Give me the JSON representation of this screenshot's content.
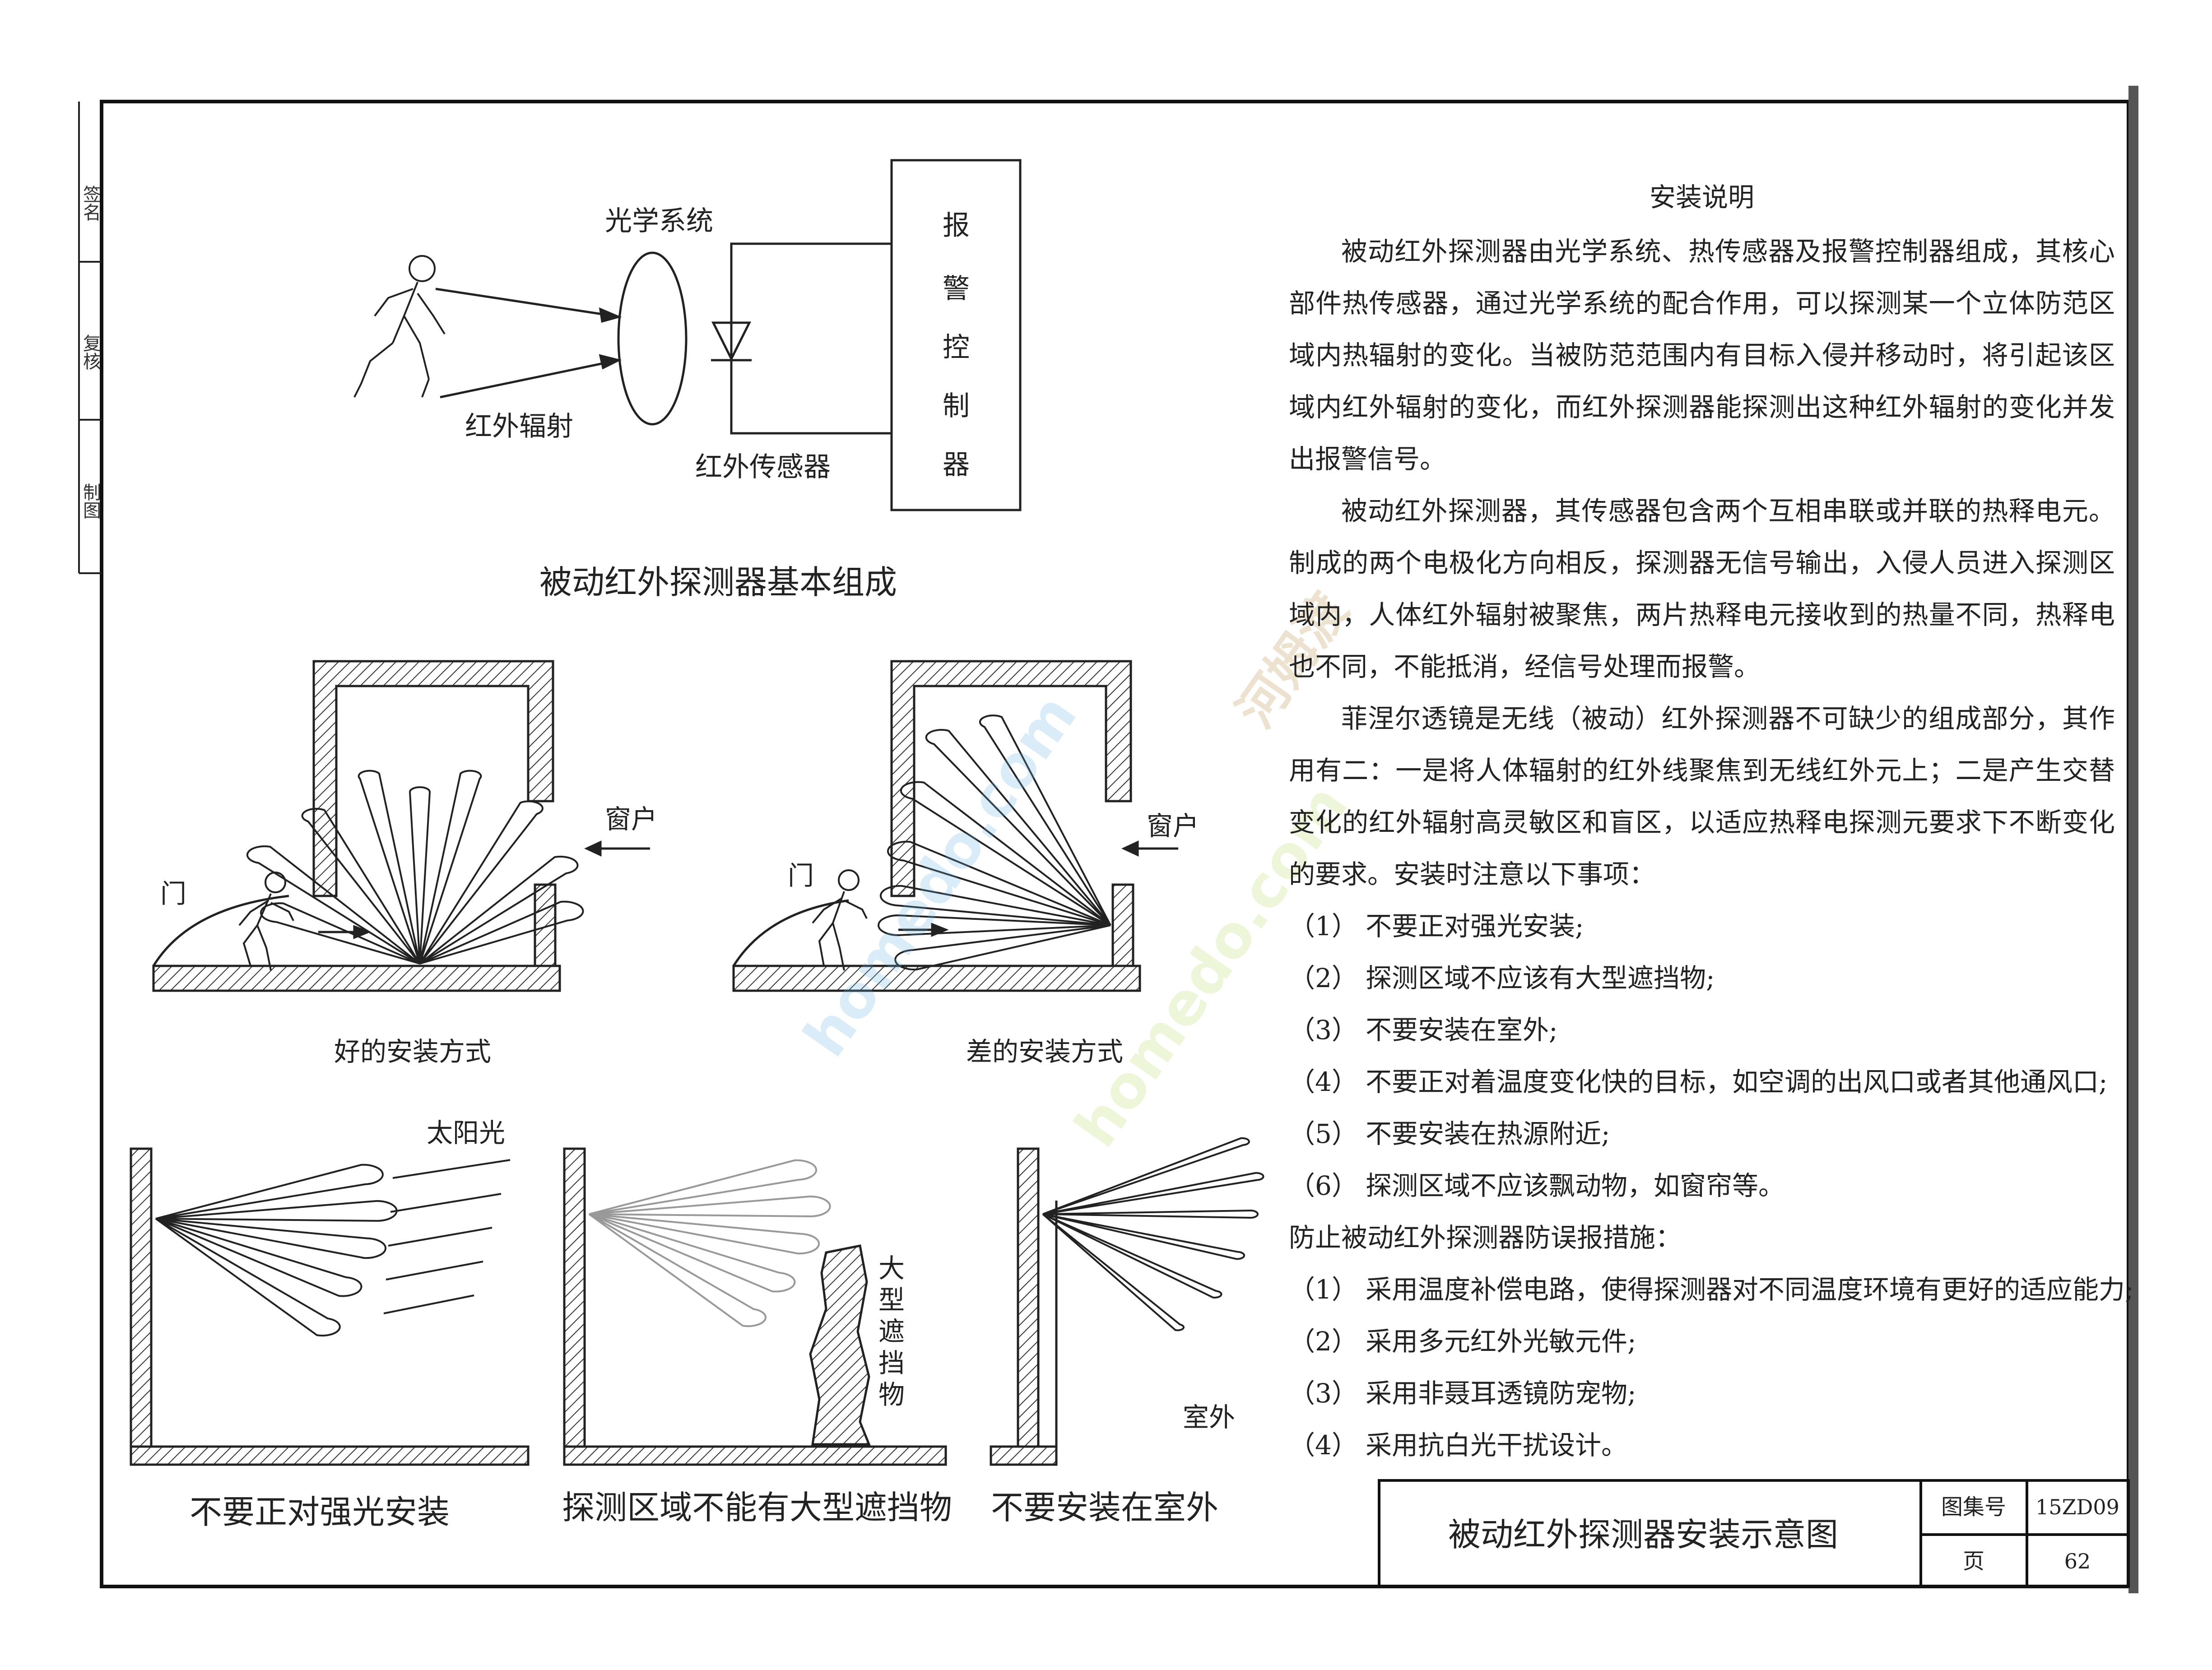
{
  "side_margin": {
    "a": "签名",
    "b": "复核",
    "c": "制图"
  },
  "top_diagram": {
    "title": "被动红外探测器基本组成",
    "optical_label": "光学系统",
    "ir_radiation_label": "红外辐射",
    "ir_sensor_label": "红外传感器",
    "controller_chars": [
      "报",
      "警",
      "控",
      "制",
      "器"
    ]
  },
  "install_diagrams": {
    "good": {
      "caption": "好的安装方式",
      "door": "门",
      "window": "窗户"
    },
    "bad": {
      "caption": "差的安装方式",
      "door": "门",
      "window": "窗户"
    }
  },
  "bottom_diagrams": {
    "light": {
      "caption": "不要正对强光安装",
      "sun": "太阳光"
    },
    "obstacle": {
      "caption": "探测区域不能有大型遮挡物",
      "obstacle_chars": [
        "大",
        "型",
        "遮",
        "挡",
        "物"
      ]
    },
    "outdoor": {
      "caption": "不要安装在室外",
      "outdoor_label": "室外"
    }
  },
  "notes": {
    "title": "安装说明",
    "p1": "被动红外探测器由光学系统、热传感器及报警控制器组成，其核心部件热传感器，通过光学系统的配合作用，可以探测某一个立体防范区域内热辐射的变化。当被防范范围内有目标入侵并移动时，将引起该区域内红外辐射的变化，而红外探测器能探测出这种红外辐射的变化并发出报警信号。",
    "p2": "被动红外探测器，其传感器包含两个互相串联或并联的热释电元。制成的两个电极化方向相反，探测器无信号输出，入侵人员进入探测区域内，人体红外辐射被聚焦，两片热释电元接收到的热量不同，热释电也不同，不能抵消，经信号处理而报警。",
    "p3": "菲涅尔透镜是无线（被动）红外探测器不可缺少的组成部分，其作用有二：一是将人体辐射的红外线聚焦到无线红外元上；二是产生交替变化的红外辐射高灵敏区和盲区，以适应热释电探测元要求下不断变化的要求。安装时注意以下事项：",
    "install_items": [
      {
        "idx": "（1）",
        "text": "不要正对强光安装;"
      },
      {
        "idx": "（2）",
        "text": "探测区域不应该有大型遮挡物;"
      },
      {
        "idx": "（3）",
        "text": "不要安装在室外;"
      },
      {
        "idx": "（4）",
        "text": "不要正对着温度变化快的目标，如空调的出风口或者其他通风口;"
      },
      {
        "idx": "（5）",
        "text": "不要安装在热源附近;"
      },
      {
        "idx": "（6）",
        "text": "探测区域不应该飘动物，如窗帘等。"
      }
    ],
    "prevent_title": "防止被动红外探测器防误报措施：",
    "prevent_items": [
      {
        "idx": "（1）",
        "text": "采用温度补偿电路，使得探测器对不同温度环境有更好的适应能力;"
      },
      {
        "idx": "（2）",
        "text": "采用多元红外光敏元件;"
      },
      {
        "idx": "（3）",
        "text": "采用非聂耳透镜防宠物;"
      },
      {
        "idx": "（4）",
        "text": "采用抗白光干扰设计。"
      }
    ]
  },
  "title_block": {
    "title": "被动红外探测器安装示意图",
    "atlas_label": "图集号",
    "atlas_value": "15ZD09",
    "page_label": "页",
    "page_value": "62"
  },
  "watermark": {
    "text1": "homedo.com",
    "text2": "河姆渡"
  }
}
